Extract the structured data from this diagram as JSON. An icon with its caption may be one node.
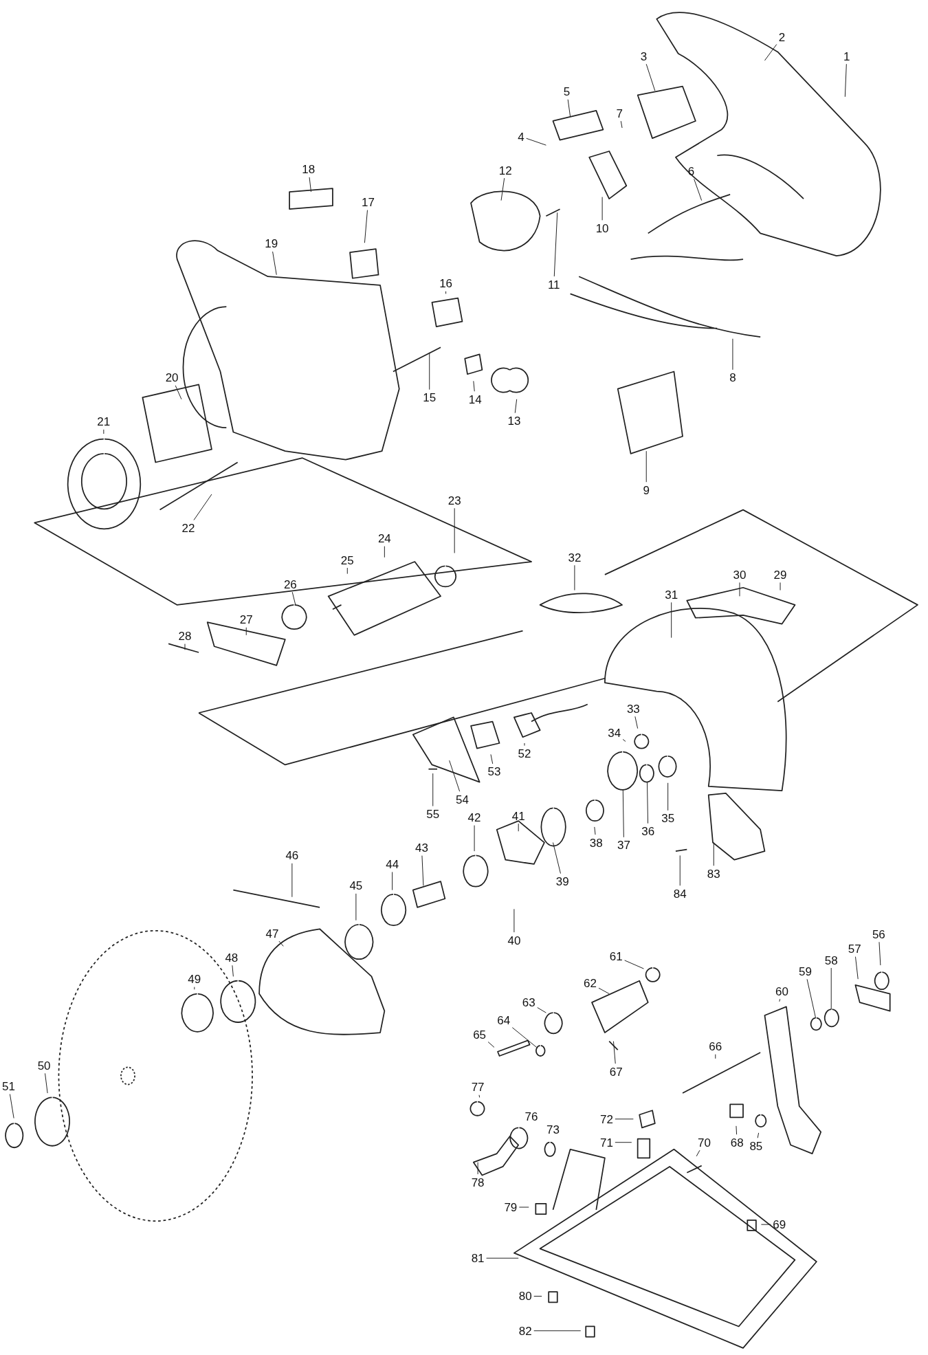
{
  "diagram": {
    "nodes": [
      {
        "text": [
          "1"
        ]
      },
      {
        "text": [
          "2"
        ]
      },
      {
        "text": [
          "3"
        ]
      },
      {
        "text": [
          "4"
        ]
      },
      {
        "text": [
          "5"
        ]
      },
      {
        "text": [
          "6"
        ]
      },
      {
        "text": [
          "7"
        ]
      },
      {
        "text": [
          "8"
        ]
      },
      {
        "text": [
          "9"
        ]
      },
      {
        "text": [
          "10"
        ]
      },
      {
        "text": [
          "11"
        ]
      },
      {
        "text": [
          "12"
        ]
      },
      {
        "text": [
          "13"
        ]
      },
      {
        "text": [
          "14"
        ]
      },
      {
        "text": [
          "15"
        ]
      },
      {
        "text": [
          "16"
        ]
      },
      {
        "text": [
          "17"
        ]
      },
      {
        "text": [
          "18"
        ]
      },
      {
        "text": [
          "19"
        ]
      },
      {
        "text": [
          "20"
        ]
      },
      {
        "text": [
          "21"
        ]
      },
      {
        "text": [
          "22"
        ]
      },
      {
        "text": [
          "23"
        ]
      },
      {
        "text": [
          "24"
        ]
      },
      {
        "text": [
          "25"
        ]
      },
      {
        "text": [
          "26"
        ]
      },
      {
        "text": [
          "27"
        ]
      },
      {
        "text": [
          "28"
        ]
      },
      {
        "text": [
          "29"
        ]
      },
      {
        "text": [
          "30"
        ]
      },
      {
        "text": [
          "31"
        ]
      },
      {
        "text": [
          "32"
        ]
      },
      {
        "text": [
          "33"
        ]
      },
      {
        "text": [
          "34"
        ]
      },
      {
        "text": [
          "35"
        ]
      },
      {
        "text": [
          "36"
        ]
      },
      {
        "text": [
          "37"
        ]
      },
      {
        "text": [
          "38"
        ]
      },
      {
        "text": [
          "39"
        ]
      },
      {
        "text": [
          "40"
        ]
      },
      {
        "text": [
          "41"
        ]
      },
      {
        "text": [
          "42"
        ]
      },
      {
        "text": [
          "43"
        ]
      },
      {
        "text": [
          "44"
        ]
      },
      {
        "text": [
          "45"
        ]
      },
      {
        "text": [
          "46"
        ]
      },
      {
        "text": [
          "47"
        ]
      },
      {
        "text": [
          "48"
        ]
      },
      {
        "text": [
          "49"
        ]
      },
      {
        "text": [
          "50"
        ]
      },
      {
        "text": [
          "51"
        ]
      },
      {
        "text": [
          "52"
        ]
      },
      {
        "text": [
          "53"
        ]
      },
      {
        "text": [
          "54"
        ]
      },
      {
        "text": [
          "55"
        ]
      },
      {
        "text": [
          "56"
        ]
      },
      {
        "text": [
          "57"
        ]
      },
      {
        "text": [
          "58"
        ]
      },
      {
        "text": [
          "59"
        ]
      },
      {
        "text": [
          "60"
        ]
      },
      {
        "text": [
          "61"
        ]
      },
      {
        "text": [
          "62"
        ]
      },
      {
        "text": [
          "63"
        ]
      },
      {
        "text": [
          "64"
        ]
      },
      {
        "text": [
          "65"
        ]
      },
      {
        "text": [
          "66"
        ]
      },
      {
        "text": [
          "67"
        ]
      },
      {
        "text": [
          "68"
        ]
      },
      {
        "text": [
          "69"
        ]
      },
      {
        "text": [
          "70"
        ]
      },
      {
        "text": [
          "71"
        ]
      },
      {
        "text": [
          "72"
        ]
      },
      {
        "text": [
          "73"
        ]
      },
      {
        "text": [
          "76"
        ]
      },
      {
        "text": [
          "77"
        ]
      },
      {
        "text": [
          "78"
        ]
      },
      {
        "text": [
          "79"
        ]
      },
      {
        "text": [
          "80"
        ]
      },
      {
        "text": [
          "81"
        ]
      },
      {
        "text": [
          "82"
        ]
      },
      {
        "text": [
          "83"
        ]
      },
      {
        "text": [
          "84"
        ]
      },
      {
        "text": [
          "85"
        ]
      }
    ],
    "edges": [
      {
        "from": 0,
        "to": null,
        "arrow": "none"
      },
      {
        "from": 1,
        "to": null,
        "arrow": "none"
      },
      {
        "from": 2,
        "to": null,
        "arrow": "none"
      },
      {
        "from": 3,
        "to": null,
        "arrow": "none"
      },
      {
        "from": 4,
        "to": null,
        "arrow": "none"
      },
      {
        "from": 5,
        "to": null,
        "arrow": "none"
      },
      {
        "from": 6,
        "to": null,
        "arrow": "none"
      },
      {
        "from": 7,
        "to": null,
        "arrow": "none"
      },
      {
        "from": 8,
        "to": null,
        "arrow": "none"
      },
      {
        "from": 9,
        "to": null,
        "arrow": "none"
      },
      {
        "from": 10,
        "to": null,
        "arrow": "none"
      },
      {
        "from": 11,
        "to": null,
        "arrow": "none"
      },
      {
        "from": 12,
        "to": null,
        "arrow": "none"
      },
      {
        "from": 13,
        "to": null,
        "arrow": "none"
      },
      {
        "from": 14,
        "to": null,
        "arrow": "none"
      },
      {
        "from": 15,
        "to": null,
        "arrow": "none"
      },
      {
        "from": 16,
        "to": null,
        "arrow": "none"
      },
      {
        "from": 17,
        "to": null,
        "arrow": "none"
      },
      {
        "from": 18,
        "to": null,
        "arrow": "none"
      },
      {
        "from": 19,
        "to": null,
        "arrow": "none"
      },
      {
        "from": 20,
        "to": null,
        "arrow": "none"
      },
      {
        "from": 21,
        "to": null,
        "arrow": "none"
      },
      {
        "from": 22,
        "to": null,
        "arrow": "none"
      },
      {
        "from": 23,
        "to": null,
        "arrow": "none"
      },
      {
        "from": 24,
        "to": null,
        "arrow": "none"
      },
      {
        "from": 25,
        "to": null,
        "arrow": "none"
      },
      {
        "from": 26,
        "to": null,
        "arrow": "none"
      },
      {
        "from": 27,
        "to": null,
        "arrow": "none"
      },
      {
        "from": 28,
        "to": null,
        "arrow": "none"
      },
      {
        "from": 29,
        "to": null,
        "arrow": "none"
      },
      {
        "from": 30,
        "to": null,
        "arrow": "none"
      },
      {
        "from": 31,
        "to": null,
        "arrow": "none"
      },
      {
        "from": 32,
        "to": null,
        "arrow": "none"
      },
      {
        "from": 33,
        "to": null,
        "arrow": "none"
      },
      {
        "from": 34,
        "to": null,
        "arrow": "none"
      },
      {
        "from": 35,
        "to": null,
        "arrow": "none"
      },
      {
        "from": 36,
        "to": null,
        "arrow": "none"
      },
      {
        "from": 37,
        "to": null,
        "arrow": "none"
      },
      {
        "from": 38,
        "to": null,
        "arrow": "none"
      },
      {
        "from": 39,
        "to": null,
        "arrow": "none"
      },
      {
        "from": 40,
        "to": null,
        "arrow": "none"
      },
      {
        "from": 41,
        "to": null,
        "arrow": "none"
      },
      {
        "from": 42,
        "to": null,
        "arrow": "none"
      },
      {
        "from": 43,
        "to": null,
        "arrow": "none"
      },
      {
        "from": 44,
        "to": null,
        "arrow": "none"
      },
      {
        "from": 45,
        "to": null,
        "arrow": "none"
      },
      {
        "from": 46,
        "to": null,
        "arrow": "none"
      },
      {
        "from": 47,
        "to": null,
        "arrow": "none"
      },
      {
        "from": 48,
        "to": null,
        "arrow": "none"
      },
      {
        "from": 49,
        "to": null,
        "arrow": "none"
      },
      {
        "from": 50,
        "to": null,
        "arrow": "none"
      },
      {
        "from": 51,
        "to": null,
        "arrow": "none"
      },
      {
        "from": 52,
        "to": null,
        "arrow": "none"
      },
      {
        "from": 53,
        "to": null,
        "arrow": "none"
      },
      {
        "from": 54,
        "to": null,
        "arrow": "none"
      },
      {
        "from": 55,
        "to": null,
        "arrow": "none"
      },
      {
        "from": 56,
        "to": null,
        "arrow": "none"
      },
      {
        "from": 57,
        "to": null,
        "arrow": "none"
      },
      {
        "from": 58,
        "to": null,
        "arrow": "none"
      },
      {
        "from": 59,
        "to": null,
        "arrow": "none"
      },
      {
        "from": 60,
        "to": null,
        "arrow": "none"
      },
      {
        "from": 61,
        "to": null,
        "arrow": "none"
      },
      {
        "from": 62,
        "to": null,
        "arrow": "none"
      },
      {
        "from": 63,
        "to": null,
        "arrow": "none"
      },
      {
        "from": 64,
        "to": null,
        "arrow": "none"
      },
      {
        "from": 65,
        "to": null,
        "arrow": "none"
      },
      {
        "from": 66,
        "to": null,
        "arrow": "none"
      },
      {
        "from": 67,
        "to": null,
        "arrow": "none"
      },
      {
        "from": 68,
        "to": null,
        "arrow": "none"
      },
      {
        "from": 69,
        "to": null,
        "arrow": "none"
      },
      {
        "from": 70,
        "to": null,
        "arrow": "none"
      },
      {
        "from": 71,
        "to": null,
        "arrow": "none"
      },
      {
        "from": 72,
        "to": null,
        "arrow": "none"
      },
      {
        "from": 73,
        "to": null,
        "arrow": "none"
      },
      {
        "from": 74,
        "to": null,
        "arrow": "none"
      },
      {
        "from": 75,
        "to": null,
        "arrow": "none"
      },
      {
        "from": 76,
        "to": null,
        "arrow": "none"
      },
      {
        "from": 77,
        "to": null,
        "arrow": "none"
      },
      {
        "from": 78,
        "to": null,
        "arrow": "none"
      },
      {
        "from": 79,
        "to": null,
        "arrow": "none"
      },
      {
        "from": 80,
        "to": null,
        "arrow": "none"
      },
      {
        "from": 81,
        "to": null,
        "arrow": "none"
      },
      {
        "from": 82,
        "to": null,
        "arrow": "none"
      }
    ]
  }
}
